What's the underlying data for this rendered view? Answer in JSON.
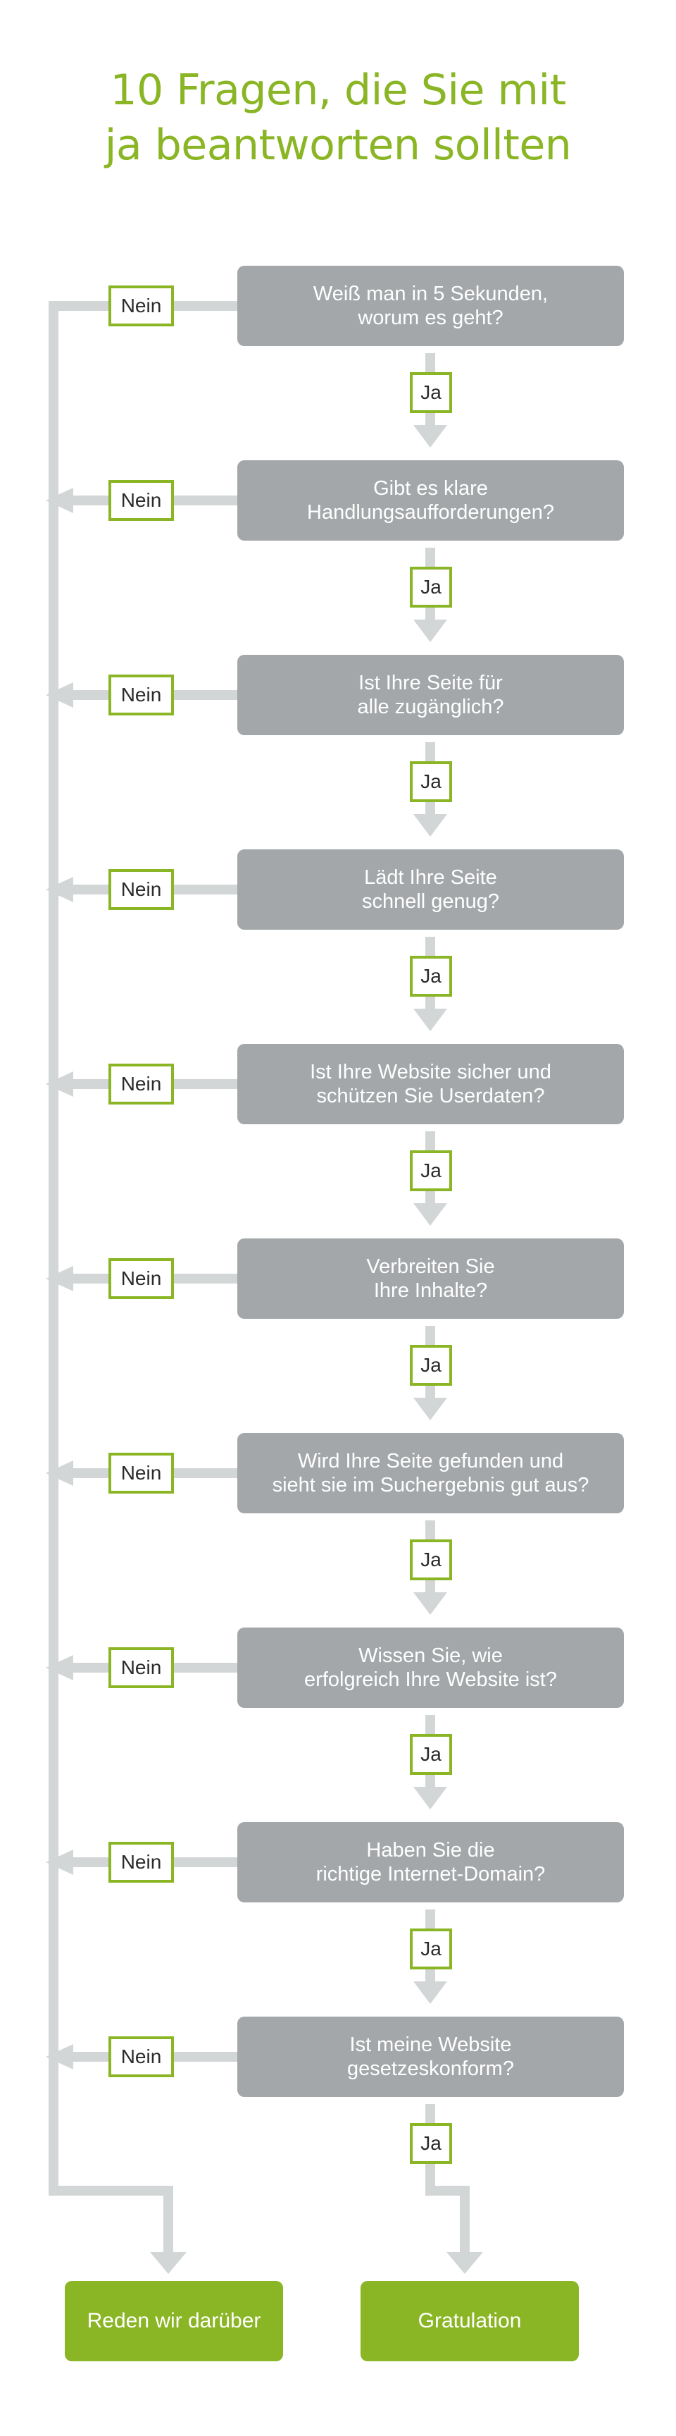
{
  "title": {
    "line1": "10 Fragen, die Sie mit",
    "line2": "ja beantworten sollten"
  },
  "yes_label": "Ja",
  "no_label": "Nein",
  "questions": [
    {
      "line1": "Weiß man in 5 Sekunden,",
      "line2": "worum es geht?"
    },
    {
      "line1": "Gibt es klare",
      "line2": "Handlungsaufforderungen?"
    },
    {
      "line1": "Ist Ihre Seite für",
      "line2": "alle zugänglich?"
    },
    {
      "line1": "Lädt Ihre Seite",
      "line2": "schnell genug?"
    },
    {
      "line1": "Ist Ihre Website sicher und",
      "line2": "schützen Sie Userdaten?"
    },
    {
      "line1": "Verbreiten Sie",
      "line2": "Ihre Inhalte?"
    },
    {
      "line1": "Wird Ihre Seite gefunden und",
      "line2": "sieht sie im Suchergebnis gut aus?"
    },
    {
      "line1": "Wissen Sie, wie",
      "line2": "erfolgreich Ihre Website ist?"
    },
    {
      "line1": "Haben Sie die",
      "line2": "richtige Internet-Domain?"
    },
    {
      "line1": "Ist meine Website",
      "line2": "gesetzeskonform?"
    }
  ],
  "outcomes": {
    "no": "Reden wir darüber",
    "yes": "Gratulation"
  },
  "colors": {
    "accent": "#8ab524",
    "box": "#a3a7a9",
    "connector": "#d3d6d6"
  }
}
